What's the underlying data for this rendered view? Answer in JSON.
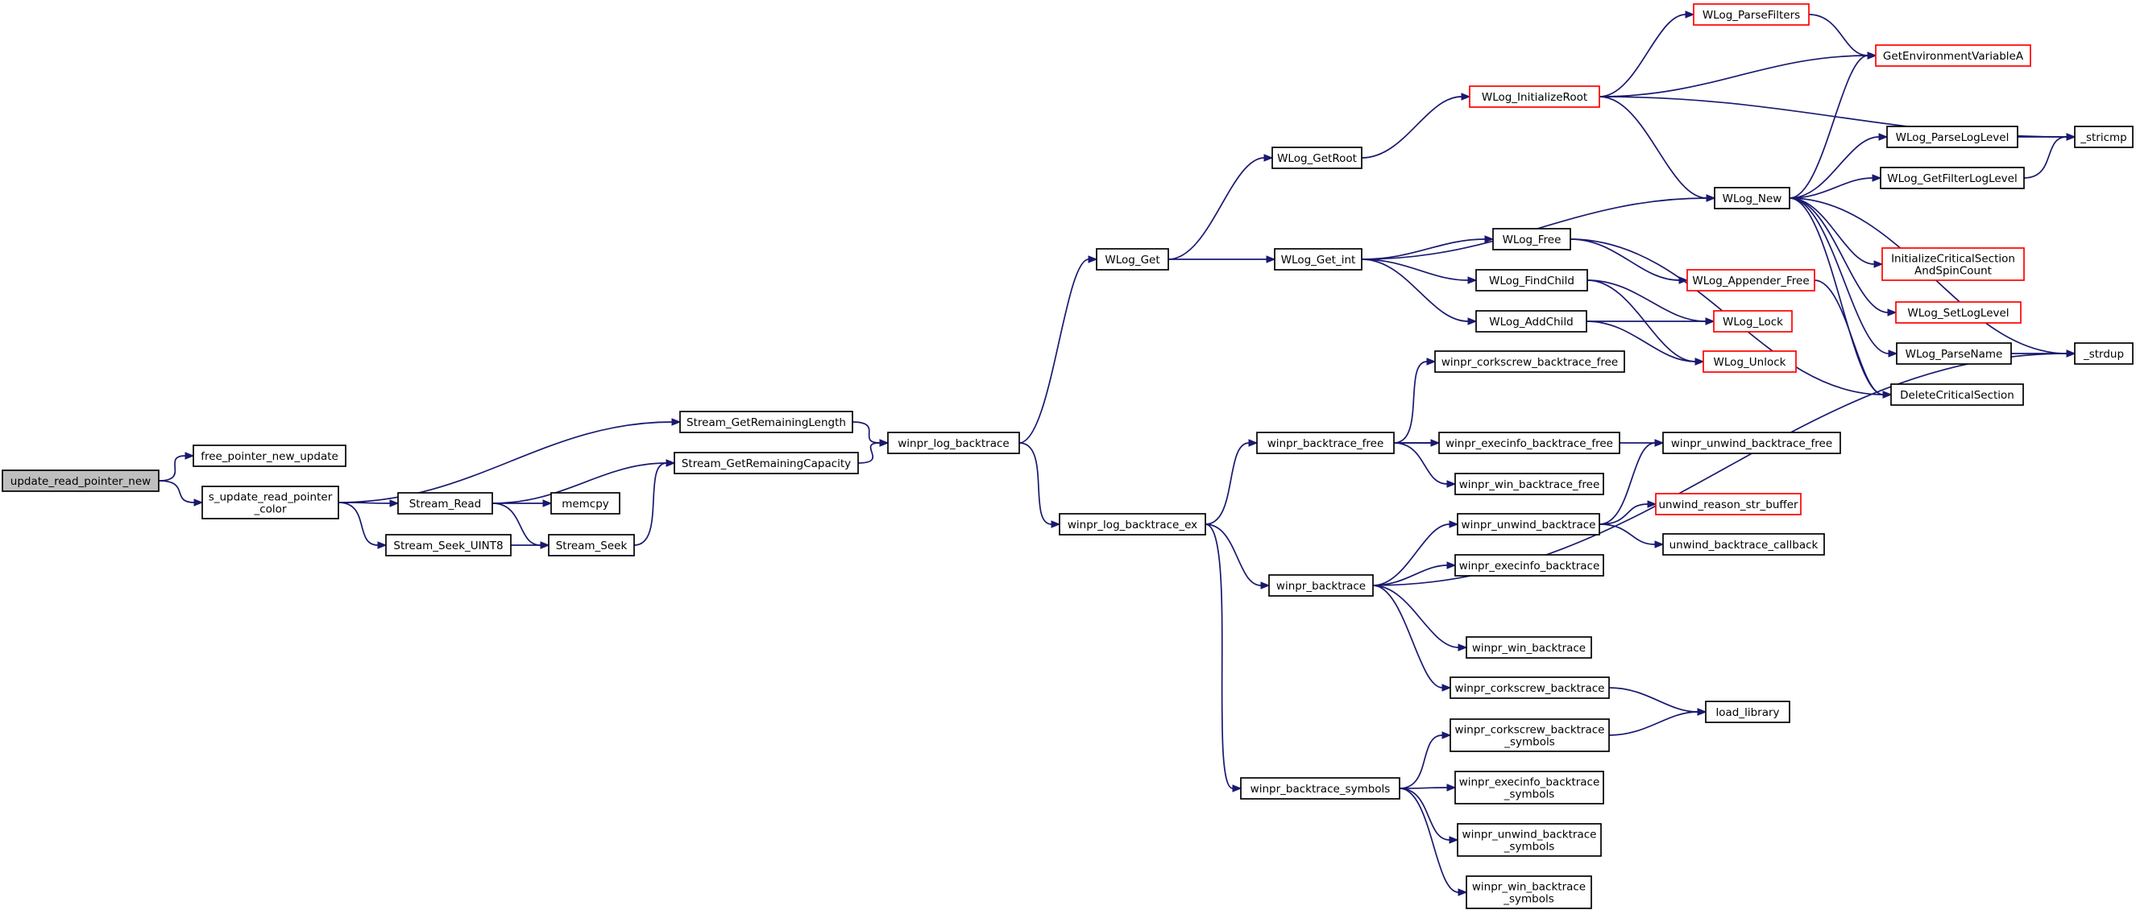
{
  "colors": {
    "edge": "#191970",
    "node_border": "#000000",
    "node_border_truncated": "#ff0000",
    "root_fill": "#bfbfbf",
    "background": "#ffffff"
  },
  "nodes": [
    {
      "id": "update_read_pointer_new",
      "lines": [
        "update_read_pointer_new"
      ],
      "root": true
    },
    {
      "id": "free_pointer_new_update",
      "lines": [
        "free_pointer_new_update"
      ]
    },
    {
      "id": "s_update_read_pointer_color",
      "lines": [
        "s_update_read_pointer",
        "_color"
      ]
    },
    {
      "id": "Stream_GetRemainingLength",
      "lines": [
        "Stream_GetRemainingLength"
      ]
    },
    {
      "id": "Stream_GetRemainingCapacity",
      "lines": [
        "Stream_GetRemainingCapacity"
      ]
    },
    {
      "id": "Stream_Read",
      "lines": [
        "Stream_Read"
      ]
    },
    {
      "id": "memcpy",
      "lines": [
        "memcpy"
      ]
    },
    {
      "id": "Stream_Seek_UINT8",
      "lines": [
        "Stream_Seek_UINT8"
      ]
    },
    {
      "id": "Stream_Seek",
      "lines": [
        "Stream_Seek"
      ]
    },
    {
      "id": "winpr_log_backtrace",
      "lines": [
        "winpr_log_backtrace"
      ]
    },
    {
      "id": "WLog_Get",
      "lines": [
        "WLog_Get"
      ]
    },
    {
      "id": "winpr_log_backtrace_ex",
      "lines": [
        "winpr_log_backtrace_ex"
      ]
    },
    {
      "id": "WLog_GetRoot",
      "lines": [
        "WLog_GetRoot"
      ]
    },
    {
      "id": "WLog_Get_int",
      "lines": [
        "WLog_Get_int"
      ]
    },
    {
      "id": "WLog_InitializeRoot",
      "lines": [
        "WLog_InitializeRoot"
      ],
      "red": true
    },
    {
      "id": "WLog_ParseFilters",
      "lines": [
        "WLog_ParseFilters"
      ],
      "red": true
    },
    {
      "id": "GetEnvironmentVariableA",
      "lines": [
        "GetEnvironmentVariableA"
      ],
      "red": true
    },
    {
      "id": "_stricmp",
      "lines": [
        "_stricmp"
      ]
    },
    {
      "id": "WLog_New",
      "lines": [
        "WLog_New"
      ]
    },
    {
      "id": "WLog_ParseLogLevel",
      "lines": [
        "WLog_ParseLogLevel"
      ]
    },
    {
      "id": "WLog_GetFilterLogLevel",
      "lines": [
        "WLog_GetFilterLogLevel"
      ]
    },
    {
      "id": "InitializeCriticalSectionAndSpinCount",
      "lines": [
        "InitializeCriticalSection",
        "AndSpinCount"
      ],
      "red": true
    },
    {
      "id": "WLog_SetLogLevel",
      "lines": [
        "WLog_SetLogLevel"
      ],
      "red": true
    },
    {
      "id": "WLog_ParseName",
      "lines": [
        "WLog_ParseName"
      ]
    },
    {
      "id": "_strdup",
      "lines": [
        "_strdup"
      ]
    },
    {
      "id": "DeleteCriticalSection",
      "lines": [
        "DeleteCriticalSection"
      ]
    },
    {
      "id": "WLog_Free",
      "lines": [
        "WLog_Free"
      ]
    },
    {
      "id": "WLog_Appender_Free",
      "lines": [
        "WLog_Appender_Free"
      ],
      "red": true
    },
    {
      "id": "WLog_FindChild",
      "lines": [
        "WLog_FindChild"
      ]
    },
    {
      "id": "WLog_AddChild",
      "lines": [
        "WLog_AddChild"
      ]
    },
    {
      "id": "WLog_Lock",
      "lines": [
        "WLog_Lock"
      ],
      "red": true
    },
    {
      "id": "WLog_Unlock",
      "lines": [
        "WLog_Unlock"
      ],
      "red": true
    },
    {
      "id": "winpr_backtrace_free",
      "lines": [
        "winpr_backtrace_free"
      ]
    },
    {
      "id": "winpr_corkscrew_backtrace_free",
      "lines": [
        "winpr_corkscrew_backtrace_free"
      ]
    },
    {
      "id": "winpr_execinfo_backtrace_free",
      "lines": [
        "winpr_execinfo_backtrace_free"
      ]
    },
    {
      "id": "winpr_unwind_backtrace_free",
      "lines": [
        "winpr_unwind_backtrace_free"
      ]
    },
    {
      "id": "winpr_win_backtrace_free",
      "lines": [
        "winpr_win_backtrace_free"
      ]
    },
    {
      "id": "winpr_backtrace",
      "lines": [
        "winpr_backtrace"
      ]
    },
    {
      "id": "winpr_unwind_backtrace",
      "lines": [
        "winpr_unwind_backtrace"
      ]
    },
    {
      "id": "unwind_reason_str_buffer",
      "lines": [
        "unwind_reason_str_buffer"
      ],
      "red": true
    },
    {
      "id": "unwind_backtrace_callback",
      "lines": [
        "unwind_backtrace_callback"
      ]
    },
    {
      "id": "winpr_execinfo_backtrace",
      "lines": [
        "winpr_execinfo_backtrace"
      ]
    },
    {
      "id": "winpr_win_backtrace",
      "lines": [
        "winpr_win_backtrace"
      ]
    },
    {
      "id": "winpr_corkscrew_backtrace",
      "lines": [
        "winpr_corkscrew_backtrace"
      ]
    },
    {
      "id": "load_library",
      "lines": [
        "load_library"
      ]
    },
    {
      "id": "winpr_backtrace_symbols",
      "lines": [
        "winpr_backtrace_symbols"
      ]
    },
    {
      "id": "winpr_corkscrew_backtrace_symbols",
      "lines": [
        "winpr_corkscrew_backtrace",
        "_symbols"
      ]
    },
    {
      "id": "winpr_execinfo_backtrace_symbols",
      "lines": [
        "winpr_execinfo_backtrace",
        "_symbols"
      ]
    },
    {
      "id": "winpr_unwind_backtrace_symbols",
      "lines": [
        "winpr_unwind_backtrace",
        "_symbols"
      ]
    },
    {
      "id": "winpr_win_backtrace_symbols",
      "lines": [
        "winpr_win_backtrace",
        "_symbols"
      ]
    }
  ],
  "edges": [
    [
      "update_read_pointer_new",
      "free_pointer_new_update"
    ],
    [
      "update_read_pointer_new",
      "s_update_read_pointer_color"
    ],
    [
      "s_update_read_pointer_color",
      "Stream_GetRemainingLength"
    ],
    [
      "s_update_read_pointer_color",
      "Stream_Read"
    ],
    [
      "s_update_read_pointer_color",
      "Stream_Seek_UINT8"
    ],
    [
      "Stream_GetRemainingLength",
      "winpr_log_backtrace"
    ],
    [
      "Stream_GetRemainingCapacity",
      "winpr_log_backtrace"
    ],
    [
      "Stream_Read",
      "Stream_GetRemainingCapacity"
    ],
    [
      "Stream_Read",
      "memcpy"
    ],
    [
      "Stream_Read",
      "Stream_Seek"
    ],
    [
      "Stream_Seek_UINT8",
      "Stream_Seek"
    ],
    [
      "Stream_Seek",
      "Stream_GetRemainingCapacity"
    ],
    [
      "winpr_log_backtrace",
      "WLog_Get"
    ],
    [
      "winpr_log_backtrace",
      "winpr_log_backtrace_ex"
    ],
    [
      "WLog_Get",
      "WLog_GetRoot"
    ],
    [
      "WLog_Get",
      "WLog_Get_int"
    ],
    [
      "WLog_GetRoot",
      "WLog_InitializeRoot"
    ],
    [
      "WLog_InitializeRoot",
      "WLog_ParseFilters"
    ],
    [
      "WLog_InitializeRoot",
      "GetEnvironmentVariableA"
    ],
    [
      "WLog_InitializeRoot",
      "_stricmp"
    ],
    [
      "WLog_InitializeRoot",
      "WLog_New"
    ],
    [
      "WLog_ParseFilters",
      "GetEnvironmentVariableA"
    ],
    [
      "WLog_Get_int",
      "WLog_New"
    ],
    [
      "WLog_Get_int",
      "WLog_Free"
    ],
    [
      "WLog_Get_int",
      "WLog_FindChild"
    ],
    [
      "WLog_Get_int",
      "WLog_AddChild"
    ],
    [
      "WLog_New",
      "GetEnvironmentVariableA"
    ],
    [
      "WLog_New",
      "WLog_ParseLogLevel"
    ],
    [
      "WLog_New",
      "WLog_GetFilterLogLevel"
    ],
    [
      "WLog_New",
      "InitializeCriticalSectionAndSpinCount"
    ],
    [
      "WLog_New",
      "WLog_SetLogLevel"
    ],
    [
      "WLog_New",
      "WLog_ParseName"
    ],
    [
      "WLog_New",
      "_strdup"
    ],
    [
      "WLog_New",
      "DeleteCriticalSection"
    ],
    [
      "WLog_ParseLogLevel",
      "_stricmp"
    ],
    [
      "WLog_GetFilterLogLevel",
      "_stricmp"
    ],
    [
      "WLog_ParseName",
      "_strdup"
    ],
    [
      "WLog_Free",
      "WLog_Appender_Free"
    ],
    [
      "WLog_Free",
      "DeleteCriticalSection"
    ],
    [
      "WLog_Appender_Free",
      "DeleteCriticalSection"
    ],
    [
      "WLog_FindChild",
      "WLog_Lock"
    ],
    [
      "WLog_FindChild",
      "WLog_Unlock"
    ],
    [
      "WLog_AddChild",
      "WLog_Lock"
    ],
    [
      "WLog_AddChild",
      "WLog_Unlock"
    ],
    [
      "winpr_log_backtrace_ex",
      "winpr_backtrace_free"
    ],
    [
      "winpr_log_backtrace_ex",
      "winpr_backtrace"
    ],
    [
      "winpr_log_backtrace_ex",
      "winpr_backtrace_symbols"
    ],
    [
      "winpr_backtrace_free",
      "winpr_corkscrew_backtrace_free"
    ],
    [
      "winpr_backtrace_free",
      "winpr_execinfo_backtrace_free"
    ],
    [
      "winpr_backtrace_free",
      "winpr_unwind_backtrace_free"
    ],
    [
      "winpr_backtrace_free",
      "winpr_win_backtrace_free"
    ],
    [
      "winpr_backtrace",
      "winpr_unwind_backtrace"
    ],
    [
      "winpr_backtrace",
      "winpr_execinfo_backtrace"
    ],
    [
      "winpr_backtrace",
      "winpr_win_backtrace"
    ],
    [
      "winpr_backtrace",
      "winpr_corkscrew_backtrace"
    ],
    [
      "winpr_backtrace",
      "_strdup"
    ],
    [
      "winpr_unwind_backtrace",
      "winpr_unwind_backtrace_free"
    ],
    [
      "winpr_unwind_backtrace",
      "unwind_reason_str_buffer"
    ],
    [
      "winpr_unwind_backtrace",
      "unwind_backtrace_callback"
    ],
    [
      "winpr_corkscrew_backtrace",
      "load_library"
    ],
    [
      "winpr_backtrace_symbols",
      "winpr_corkscrew_backtrace_symbols"
    ],
    [
      "winpr_backtrace_symbols",
      "winpr_execinfo_backtrace_symbols"
    ],
    [
      "winpr_backtrace_symbols",
      "winpr_unwind_backtrace_symbols"
    ],
    [
      "winpr_backtrace_symbols",
      "winpr_win_backtrace_symbols"
    ],
    [
      "winpr_corkscrew_backtrace_symbols",
      "load_library"
    ]
  ]
}
